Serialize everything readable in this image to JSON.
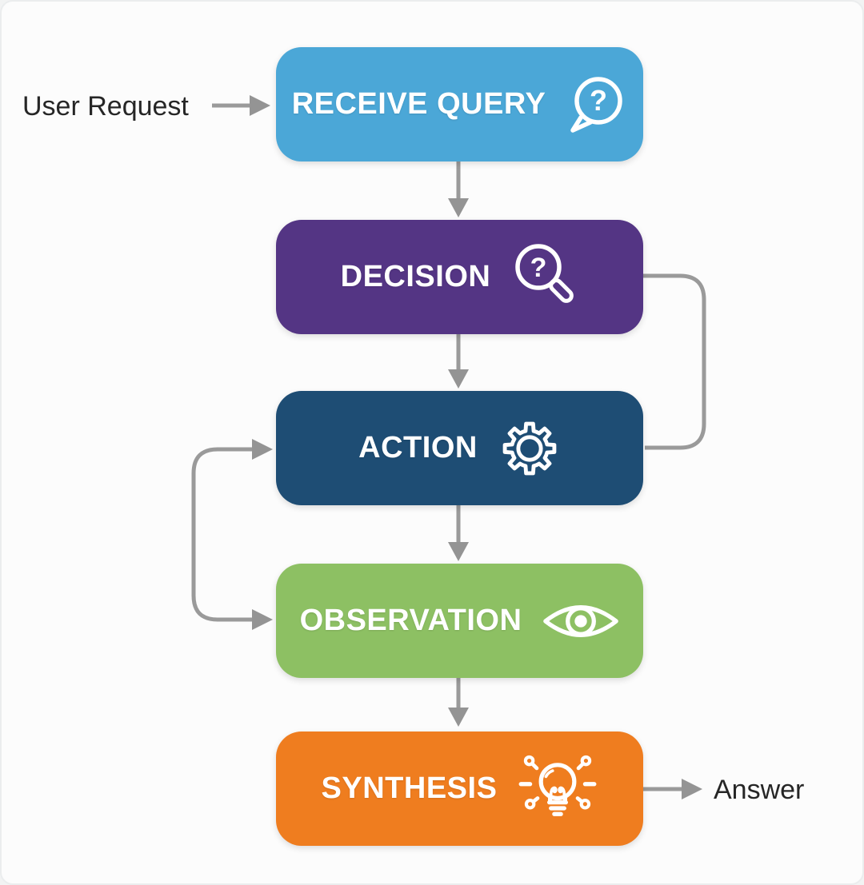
{
  "diagram": {
    "input_label": "User Request",
    "output_label": "Answer",
    "nodes": [
      {
        "label": "RECEIVE QUERY",
        "icon": "speech-question-icon",
        "color": "#4ba7d7"
      },
      {
        "label": "DECISION",
        "icon": "search-question-icon",
        "color": "#543584"
      },
      {
        "label": "ACTION",
        "icon": "gear-icon",
        "color": "#1e4d74"
      },
      {
        "label": "OBSERVATION",
        "icon": "eye-icon",
        "color": "#8dc063"
      },
      {
        "label": "SYNTHESIS",
        "icon": "idea-bulb-icon",
        "color": "#ef7d1f"
      }
    ],
    "connections": [
      {
        "from": "User Request",
        "to": "RECEIVE QUERY",
        "route": "left-input-arrow"
      },
      {
        "from": "RECEIVE QUERY",
        "to": "DECISION",
        "route": "vertical"
      },
      {
        "from": "DECISION",
        "to": "ACTION",
        "route": "right-side-elbow"
      },
      {
        "from": "ACTION",
        "to": "OBSERVATION",
        "route": "vertical"
      },
      {
        "from": "OBSERVATION",
        "to": "ACTION",
        "route": "left-side-loop-double-arrow"
      },
      {
        "from": "OBSERVATION",
        "to": "SYNTHESIS",
        "route": "vertical"
      },
      {
        "from": "SYNTHESIS",
        "to": "Answer",
        "route": "right-output-arrow"
      }
    ],
    "icons": {
      "question_glyph": "?"
    },
    "colors": {
      "arrow": "#9a9a9a",
      "background": "#fcfcfc",
      "label_text": "#ffffff",
      "side_text": "#262626"
    }
  }
}
